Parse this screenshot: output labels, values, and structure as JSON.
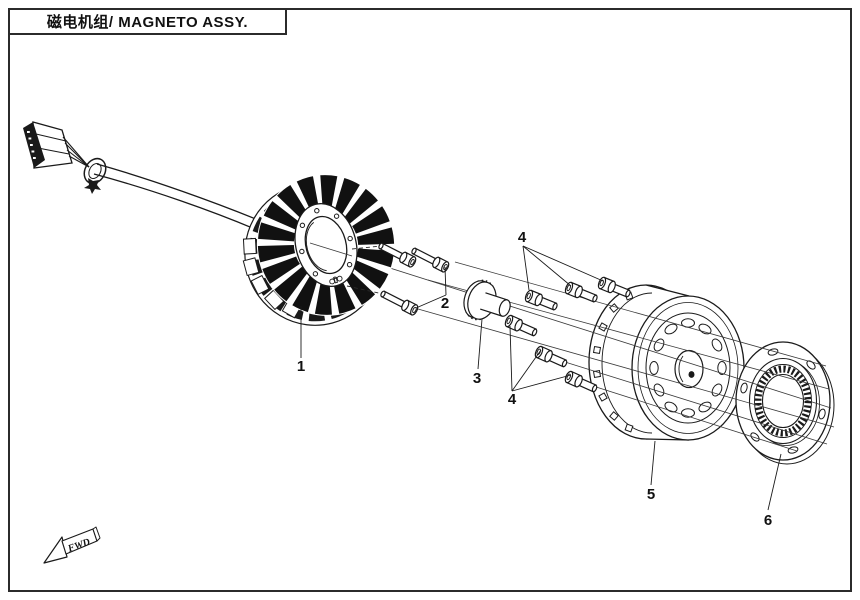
{
  "page": {
    "title": "磁电机组/ MAGNETO ASSY.",
    "fwd_label": "FWD",
    "background_color": "#ffffff",
    "line_color": "#1a1a1a"
  },
  "diagram": {
    "labels": [
      {
        "text": "1"
      },
      {
        "text": "2"
      },
      {
        "text": "3"
      },
      {
        "text": "4"
      },
      {
        "text": "4"
      },
      {
        "text": "5"
      },
      {
        "text": "6"
      }
    ]
  }
}
